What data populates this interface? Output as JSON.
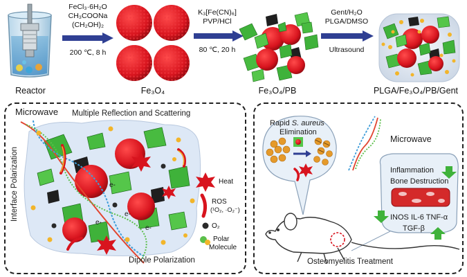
{
  "top": {
    "stages": {
      "reactor": "Reactor",
      "fe3o4": "Fe₃O₄",
      "fe3o4_pb": "Fe₃O₄/PB",
      "final": "PLGA/Fe₃O₄/PB/Gent"
    },
    "step1": {
      "reagent1": "FeCl₃·6H₂O",
      "reagent2": "CH₃COONa",
      "reagent3": "(CH₂OH)₂",
      "condition": "200 ℃, 8 h"
    },
    "step2": {
      "reagent1": "K₃[Fe(CN)₆]",
      "reagent2": "PVP/HCl",
      "condition": "80 ℃, 20 h"
    },
    "step3": {
      "reagent1": "Gent/H₂O",
      "reagent2": "PLGA/DMSO",
      "condition": "Ultrasound"
    }
  },
  "left_panel": {
    "microwave": "Microwave",
    "title": "Multiple Reflection and Scattering",
    "side_label": "Interface Polarization",
    "bottom_label": "Dipole Polarization",
    "electron": "e-",
    "legend": {
      "heat": "Heat",
      "ros_line1": "ROS",
      "ros_line2": "(¹O₂, ·O₂⁻)",
      "o2": "O₂",
      "polar_line1": "Polar",
      "polar_line2": "Molecule"
    }
  },
  "right_panel": {
    "bubble_line1_pre": "Rapid ",
    "bubble_line1_em": "S. aureus",
    "bubble_line2": "Elimination",
    "microwave": "Microwave",
    "effects": {
      "inflammation": "Inflammation",
      "bone": "Bone Destruction",
      "inos": "INOS IL-6 TNF-α",
      "tgf": "TGF-β"
    },
    "treatment": "Osteomyelitis Treatment"
  },
  "colors": {
    "fe3o4_red": "#d8141e",
    "pb_green": "#3fb23a",
    "arrow_blue": "#2f3f93",
    "panel_bg": "#dde8f6",
    "gold": "#f2b52a"
  },
  "icons": [
    "reactor-beaker-icon",
    "heat-star-icon",
    "ros-capsule-icon",
    "o2-dot-icon",
    "polar-molecule-icon",
    "mouse-icon",
    "down-arrow-icon",
    "up-arrow-icon"
  ]
}
